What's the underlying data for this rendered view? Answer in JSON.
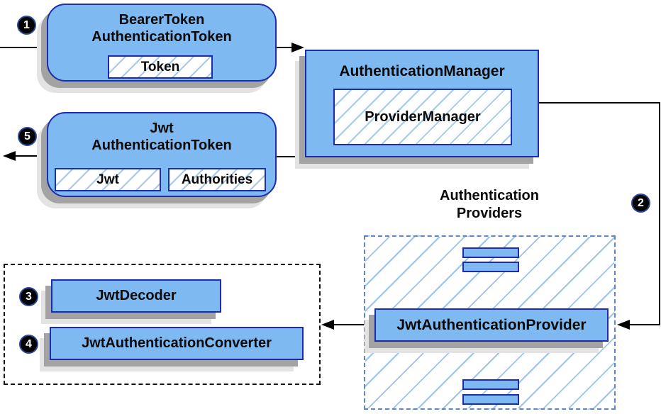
{
  "nodes": {
    "bearer_token": {
      "title_line1": "BearerToken",
      "title_line2": "AuthenticationToken",
      "field": "Token"
    },
    "authentication_manager": {
      "title": "AuthenticationManager",
      "inner": "ProviderManager"
    },
    "jwt_authentication_token": {
      "title_line1": "Jwt",
      "title_line2": "AuthenticationToken",
      "field1": "Jwt",
      "field2": "Authorities"
    },
    "authentication_providers": {
      "title_line1": "Authentication",
      "title_line2": "Providers"
    },
    "jwt_authentication_provider": {
      "title": "JwtAuthenticationProvider"
    },
    "jwt_decoder": {
      "title": "JwtDecoder"
    },
    "jwt_authentication_converter": {
      "title": "JwtAuthenticationConverter"
    }
  },
  "step_badges": [
    {
      "n": "1"
    },
    {
      "n": "2"
    },
    {
      "n": "3"
    },
    {
      "n": "4"
    },
    {
      "n": "5"
    }
  ],
  "colors": {
    "node_fill": "#7fb9f2",
    "node_border": "#1b2cad",
    "hatch_line": "#a6c9ee",
    "providers_dashed_border": "#5b87c5",
    "black_dashed_border": "#111111",
    "shadow_dark": "#a3a3a3",
    "shadow_light": "#e3e3e3",
    "arrow": "#000000",
    "badge_fill": "#030303",
    "badge_text": "#ffffff"
  }
}
